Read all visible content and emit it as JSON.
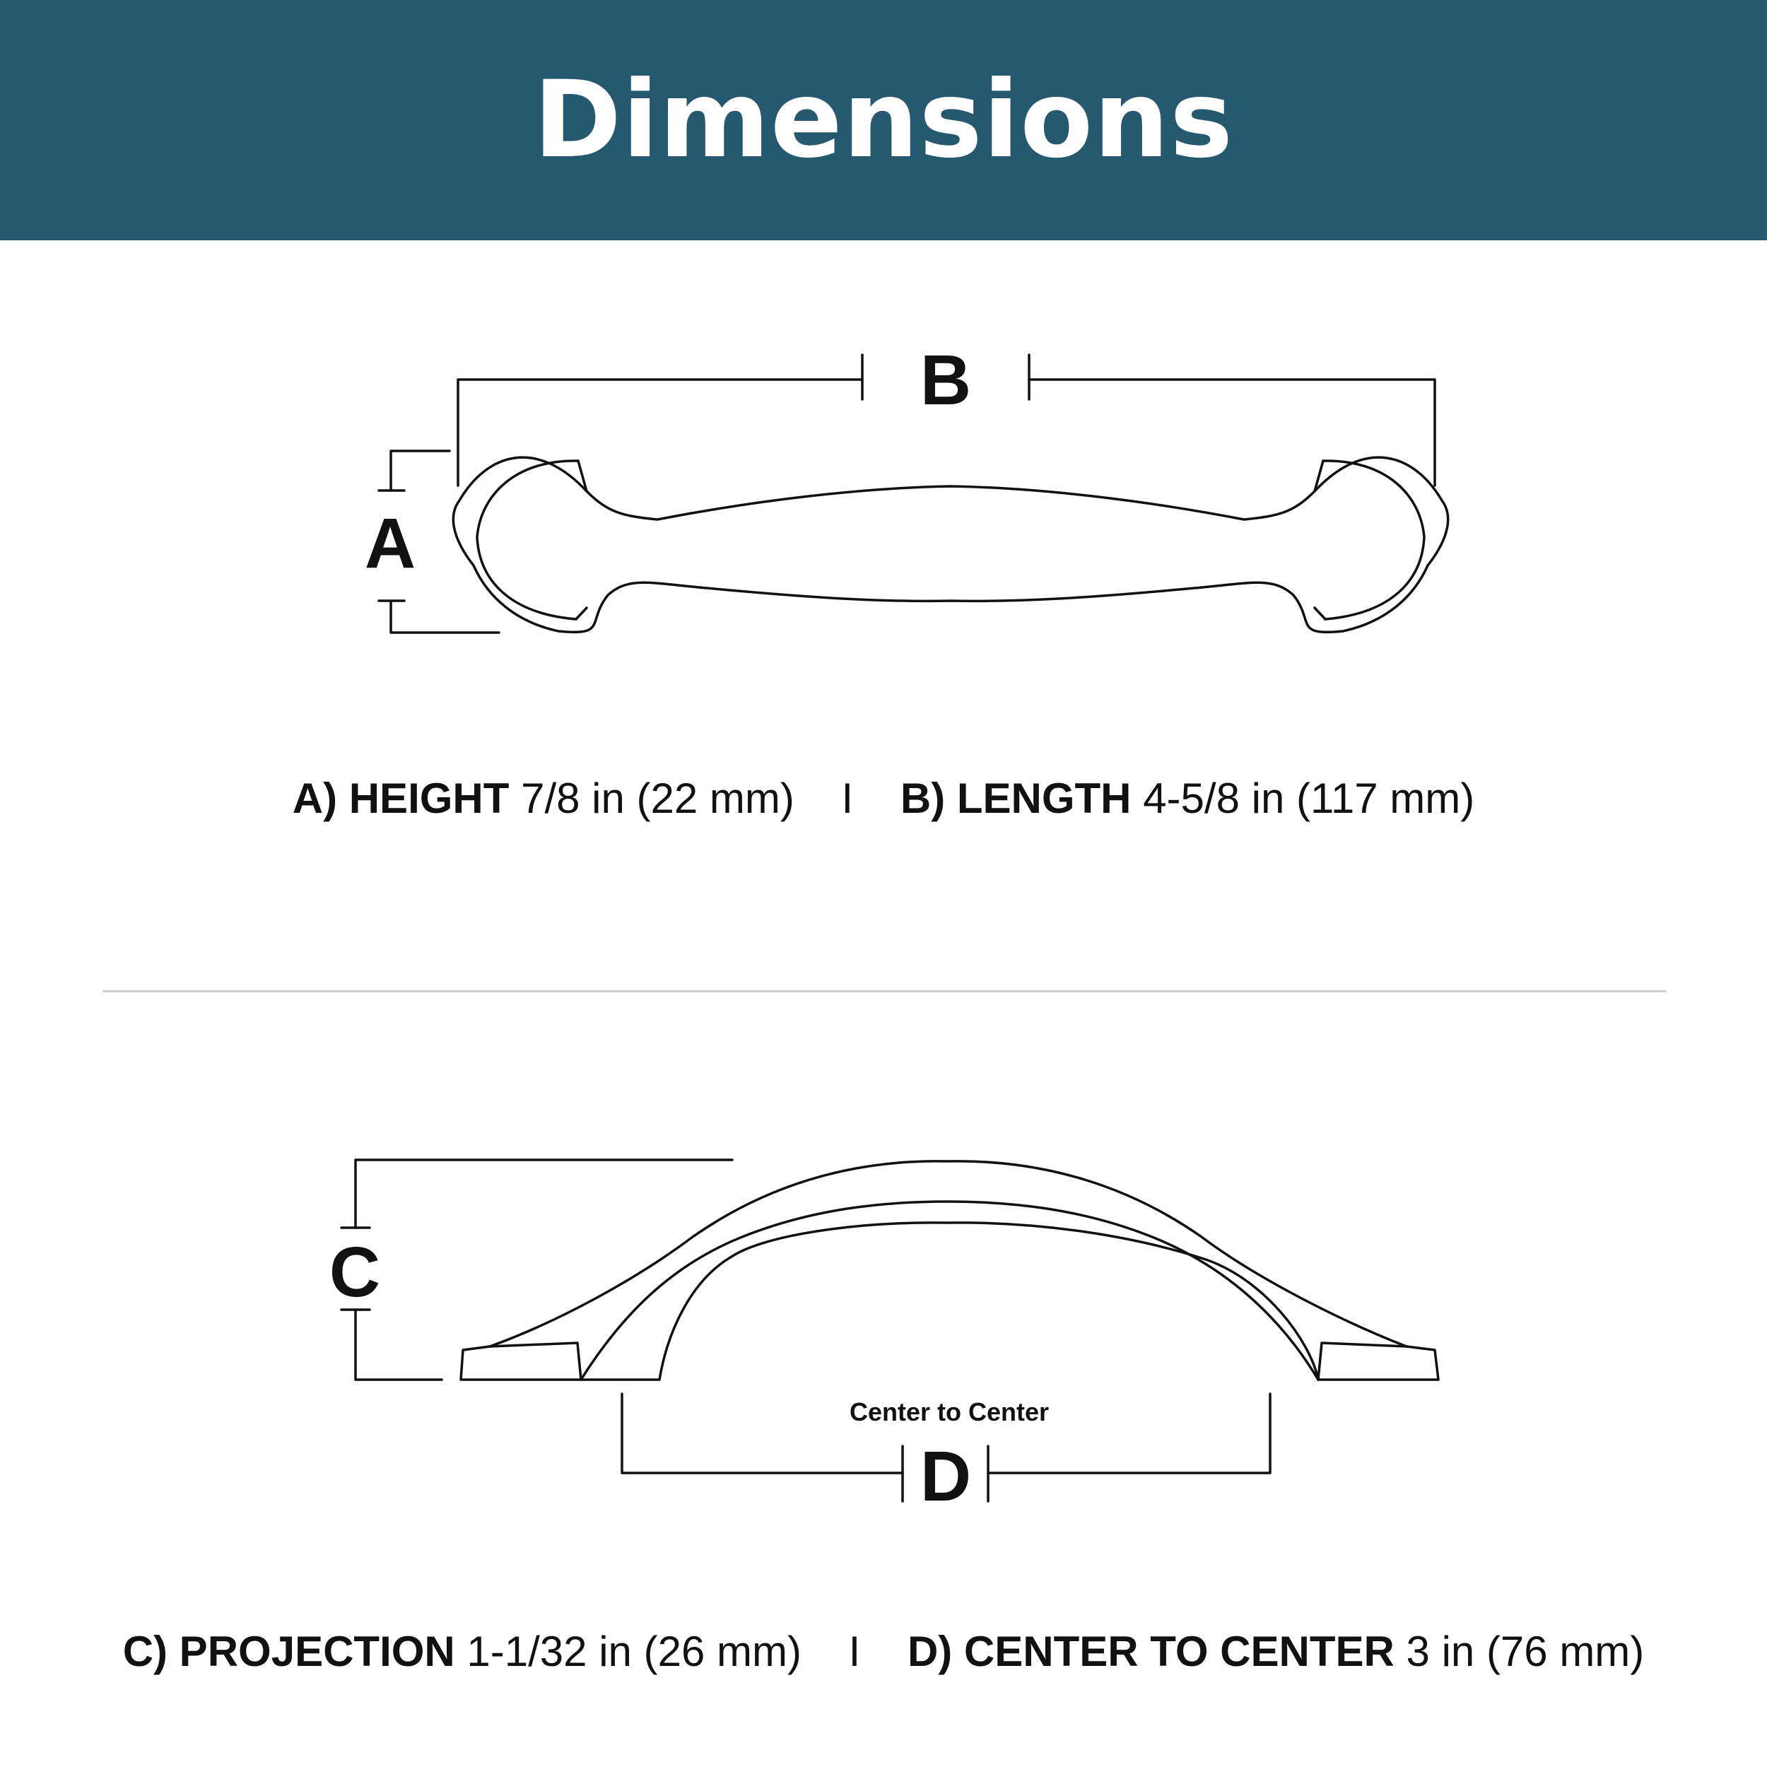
{
  "header": {
    "title": "Dimensions"
  },
  "diagram_top": {
    "label_a": "A",
    "label_b": "B"
  },
  "diagram_bottom": {
    "label_c": "C",
    "label_d": "D",
    "center_caption": "Center to Center"
  },
  "specs": {
    "a": {
      "key": "A) HEIGHT",
      "value": "7/8 in (22 mm)"
    },
    "b": {
      "key": "B) LENGTH",
      "value": "4-5/8 in (117 mm)"
    },
    "c": {
      "key": "C) PROJECTION",
      "value": "1-1/32 in (26 mm)"
    },
    "d": {
      "key": "D) CENTER TO CENTER",
      "value": "3 in (76 mm)"
    },
    "separator": "I"
  },
  "colors": {
    "header_bg": "#265870",
    "header_text": "#ffffff",
    "line": "#111111",
    "divider": "#cfcfcf"
  }
}
